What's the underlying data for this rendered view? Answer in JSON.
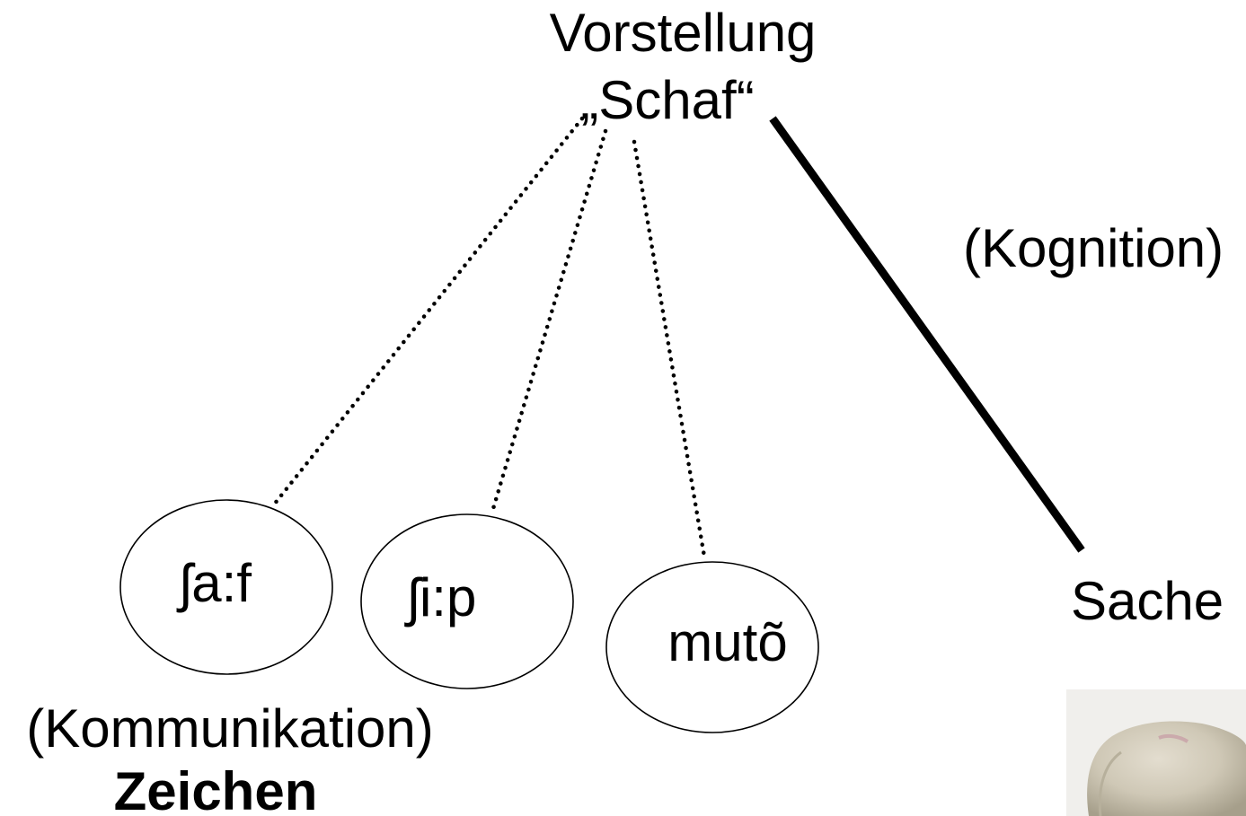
{
  "concept": {
    "line1": "Vorstellung",
    "line2": "„Schaf“"
  },
  "cognition_label": "(Kognition)",
  "thing_label": "Sache",
  "signs": [
    {
      "text": "ʃa:f"
    },
    {
      "text": "ʃi:p"
    },
    {
      "text": "mutõ"
    }
  ],
  "communication_label": "(Kommunikation)",
  "signs_label": "Zeichen",
  "thing_image": "sheep-photo",
  "colors": {
    "line": "#000000",
    "background": "#ffffff"
  }
}
